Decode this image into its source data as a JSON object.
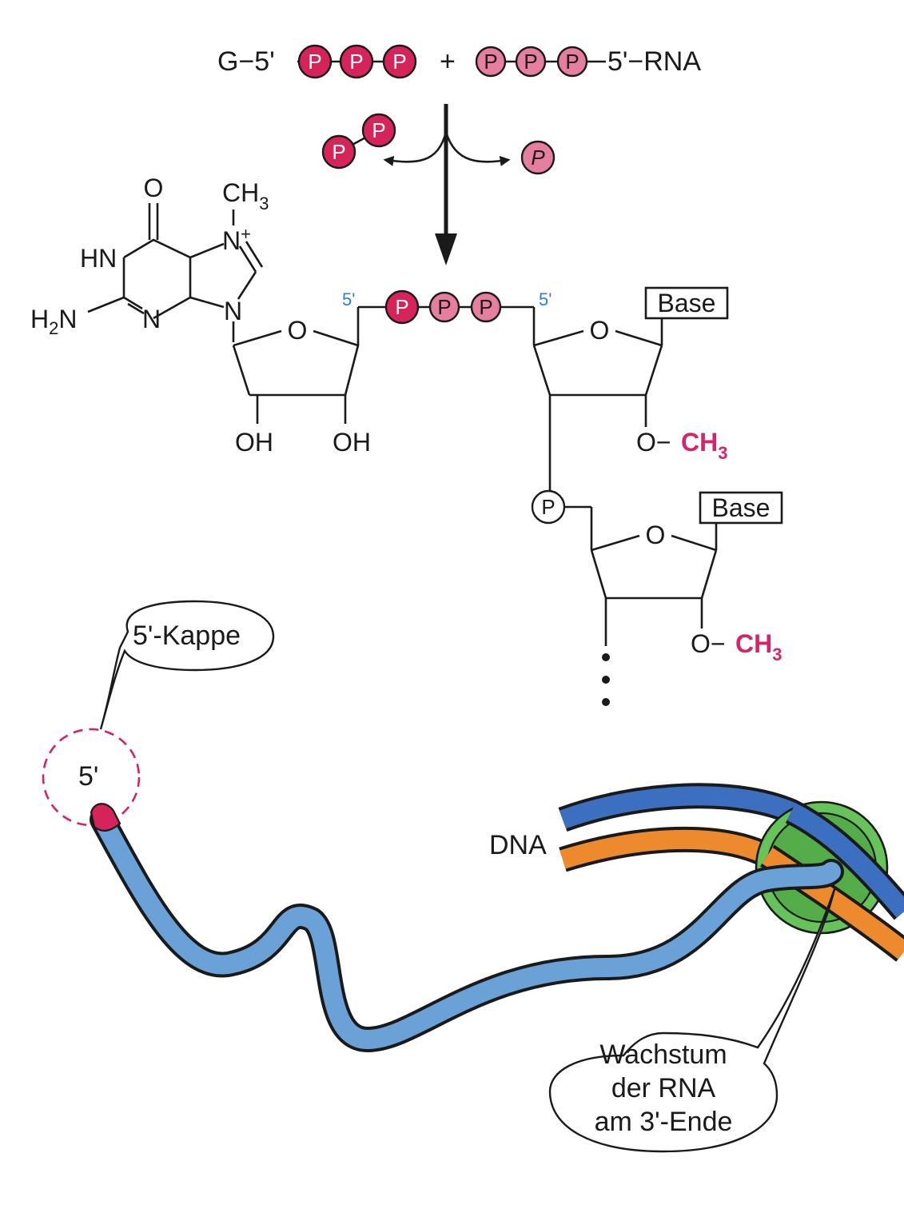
{
  "reaction": {
    "left_prefix": "G−5'",
    "plus": "+",
    "right_suffix": "5'−RNA",
    "phosphate_letter": "P"
  },
  "byproducts": {
    "pyrophosphate_letter": "P",
    "phosphate_letter": "P"
  },
  "guanine": {
    "o": "O",
    "ch3": "CH",
    "ch3_sub": "3",
    "hn": "HN",
    "nplus": "N",
    "plus": "+",
    "h2n_h": "H",
    "h2n_sub": "2",
    "h2n_n": "N",
    "n_lower": "N",
    "n9": "N"
  },
  "ribose1": {
    "o": "O",
    "oh_left": "OH",
    "oh_right": "OH"
  },
  "linkage": {
    "five_prime_left": "5'",
    "five_prime_right": "5'"
  },
  "nucleotide1": {
    "base_label": "Base",
    "o": "O",
    "o_methyl": "O−",
    "ch3": "CH",
    "ch3_sub": "3"
  },
  "nucleotide2": {
    "phosphate": "P",
    "base_label": "Base",
    "o": "O",
    "o_methyl": "O−",
    "ch3": "CH",
    "ch3_sub": "3"
  },
  "cap_callout": {
    "bubble_text": "5'-Kappe",
    "end_label": "5'"
  },
  "dna_label": "DNA",
  "growth_callout": {
    "line1": "Wachstum",
    "line2": "der RNA",
    "line3": "am 3'-Ende"
  },
  "colors": {
    "phosphate_dark": "#d6245b",
    "phosphate_light": "#e67f9f",
    "methyl_text": "#d6246b",
    "five_prime_blue": "#2f7fd0",
    "rna_blue": "#6aa2d8",
    "dna_blue": "#3c6fc0",
    "dna_orange": "#ee8a2e",
    "polymerase_green": "#66c35a",
    "cap_red": "#d6245b"
  }
}
